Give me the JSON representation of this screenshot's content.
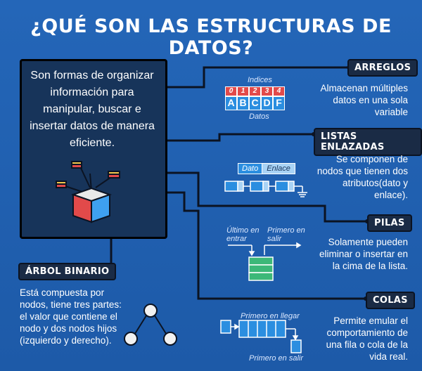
{
  "title": "¿QUÉ SON LAS ESTRUCTURAS DE DATOS?",
  "intro": "Son formas de organizar información para manipular, buscar e insertar datos de manera eficiente.",
  "sections": {
    "arreglos": {
      "label": "ARREGLOS",
      "description": "Almacenan múltiples datos en una sola variable",
      "indices_label": "Indices",
      "indices": [
        "0",
        "1",
        "2",
        "3",
        "4"
      ],
      "values": [
        "A",
        "B",
        "C",
        "D",
        "F"
      ],
      "datos_label": "Datos"
    },
    "listas": {
      "label": "LISTAS ENLAZADAS",
      "description": "Se componen de nodos que tienen dos atributos(dato y enlace).",
      "dato_label": "Dato",
      "enlace_label": "Enlace"
    },
    "pilas": {
      "label": "PILAS",
      "description": "Solamente pueden eliminar o insertar en la cima de la lista.",
      "ultimo_label": "Último en entrar",
      "primero_label": "Primero en salir"
    },
    "colas": {
      "label": "COLAS",
      "description": "Permite emular el comportamiento de una fila o cola de la vida real.",
      "primero_llegar": "Primero en llegar",
      "primero_salir": "Primero en salir"
    },
    "arbol": {
      "label": "ÁRBOL BINARIO",
      "description": "Está compuesta por nodos, tiene tres partes: el valor que contiene el nodo y dos nodos hijos (izquierdo y derecho)."
    }
  },
  "colors": {
    "background": "#2466b8",
    "box": "#17345a",
    "index_red": "#e24a4a",
    "data_blue": "#2b8ee0",
    "stack_green": "#3cb878"
  }
}
